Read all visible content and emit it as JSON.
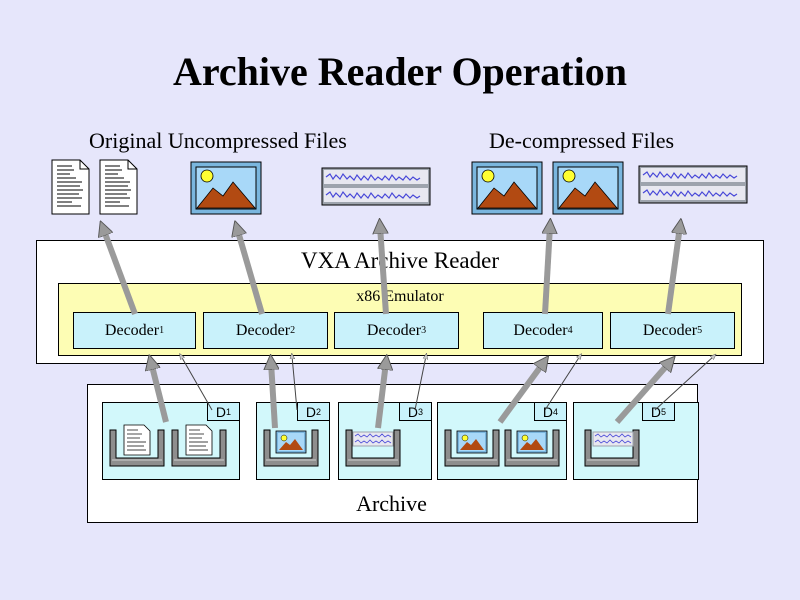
{
  "title": "Archive Reader Operation",
  "original_label": "Original Uncompressed Files",
  "decompressed_label": "De-compressed Files",
  "reader_label": "VXA Archive Reader",
  "emulator_label": "x86 Emulator",
  "archive_label": "Archive",
  "decoders": [
    {
      "name": "Decoder",
      "num": "1"
    },
    {
      "name": "Decoder",
      "num": "2"
    },
    {
      "name": "Decoder",
      "num": "3"
    },
    {
      "name": "Decoder",
      "num": "4"
    },
    {
      "name": "Decoder",
      "num": "5"
    }
  ],
  "data_tags": [
    {
      "name": "D",
      "num": "1"
    },
    {
      "name": "D",
      "num": "2"
    },
    {
      "name": "D",
      "num": "3"
    },
    {
      "name": "D",
      "num": "4"
    },
    {
      "name": "D",
      "num": "5"
    }
  ],
  "colors": {
    "background": "#e6e6fb",
    "emulator": "#fdfdb4",
    "decoder": "#c9f2fb",
    "arrow": "#9a9a9a",
    "image_sky": "#a8d8f8",
    "image_mountain": "#b24a12",
    "image_sun": "#ffff33",
    "waveform": "#4848d8"
  },
  "icons": [
    "text-document-icon",
    "image-file-icon",
    "audio-waveform-icon",
    "compressed-file-icon"
  ]
}
